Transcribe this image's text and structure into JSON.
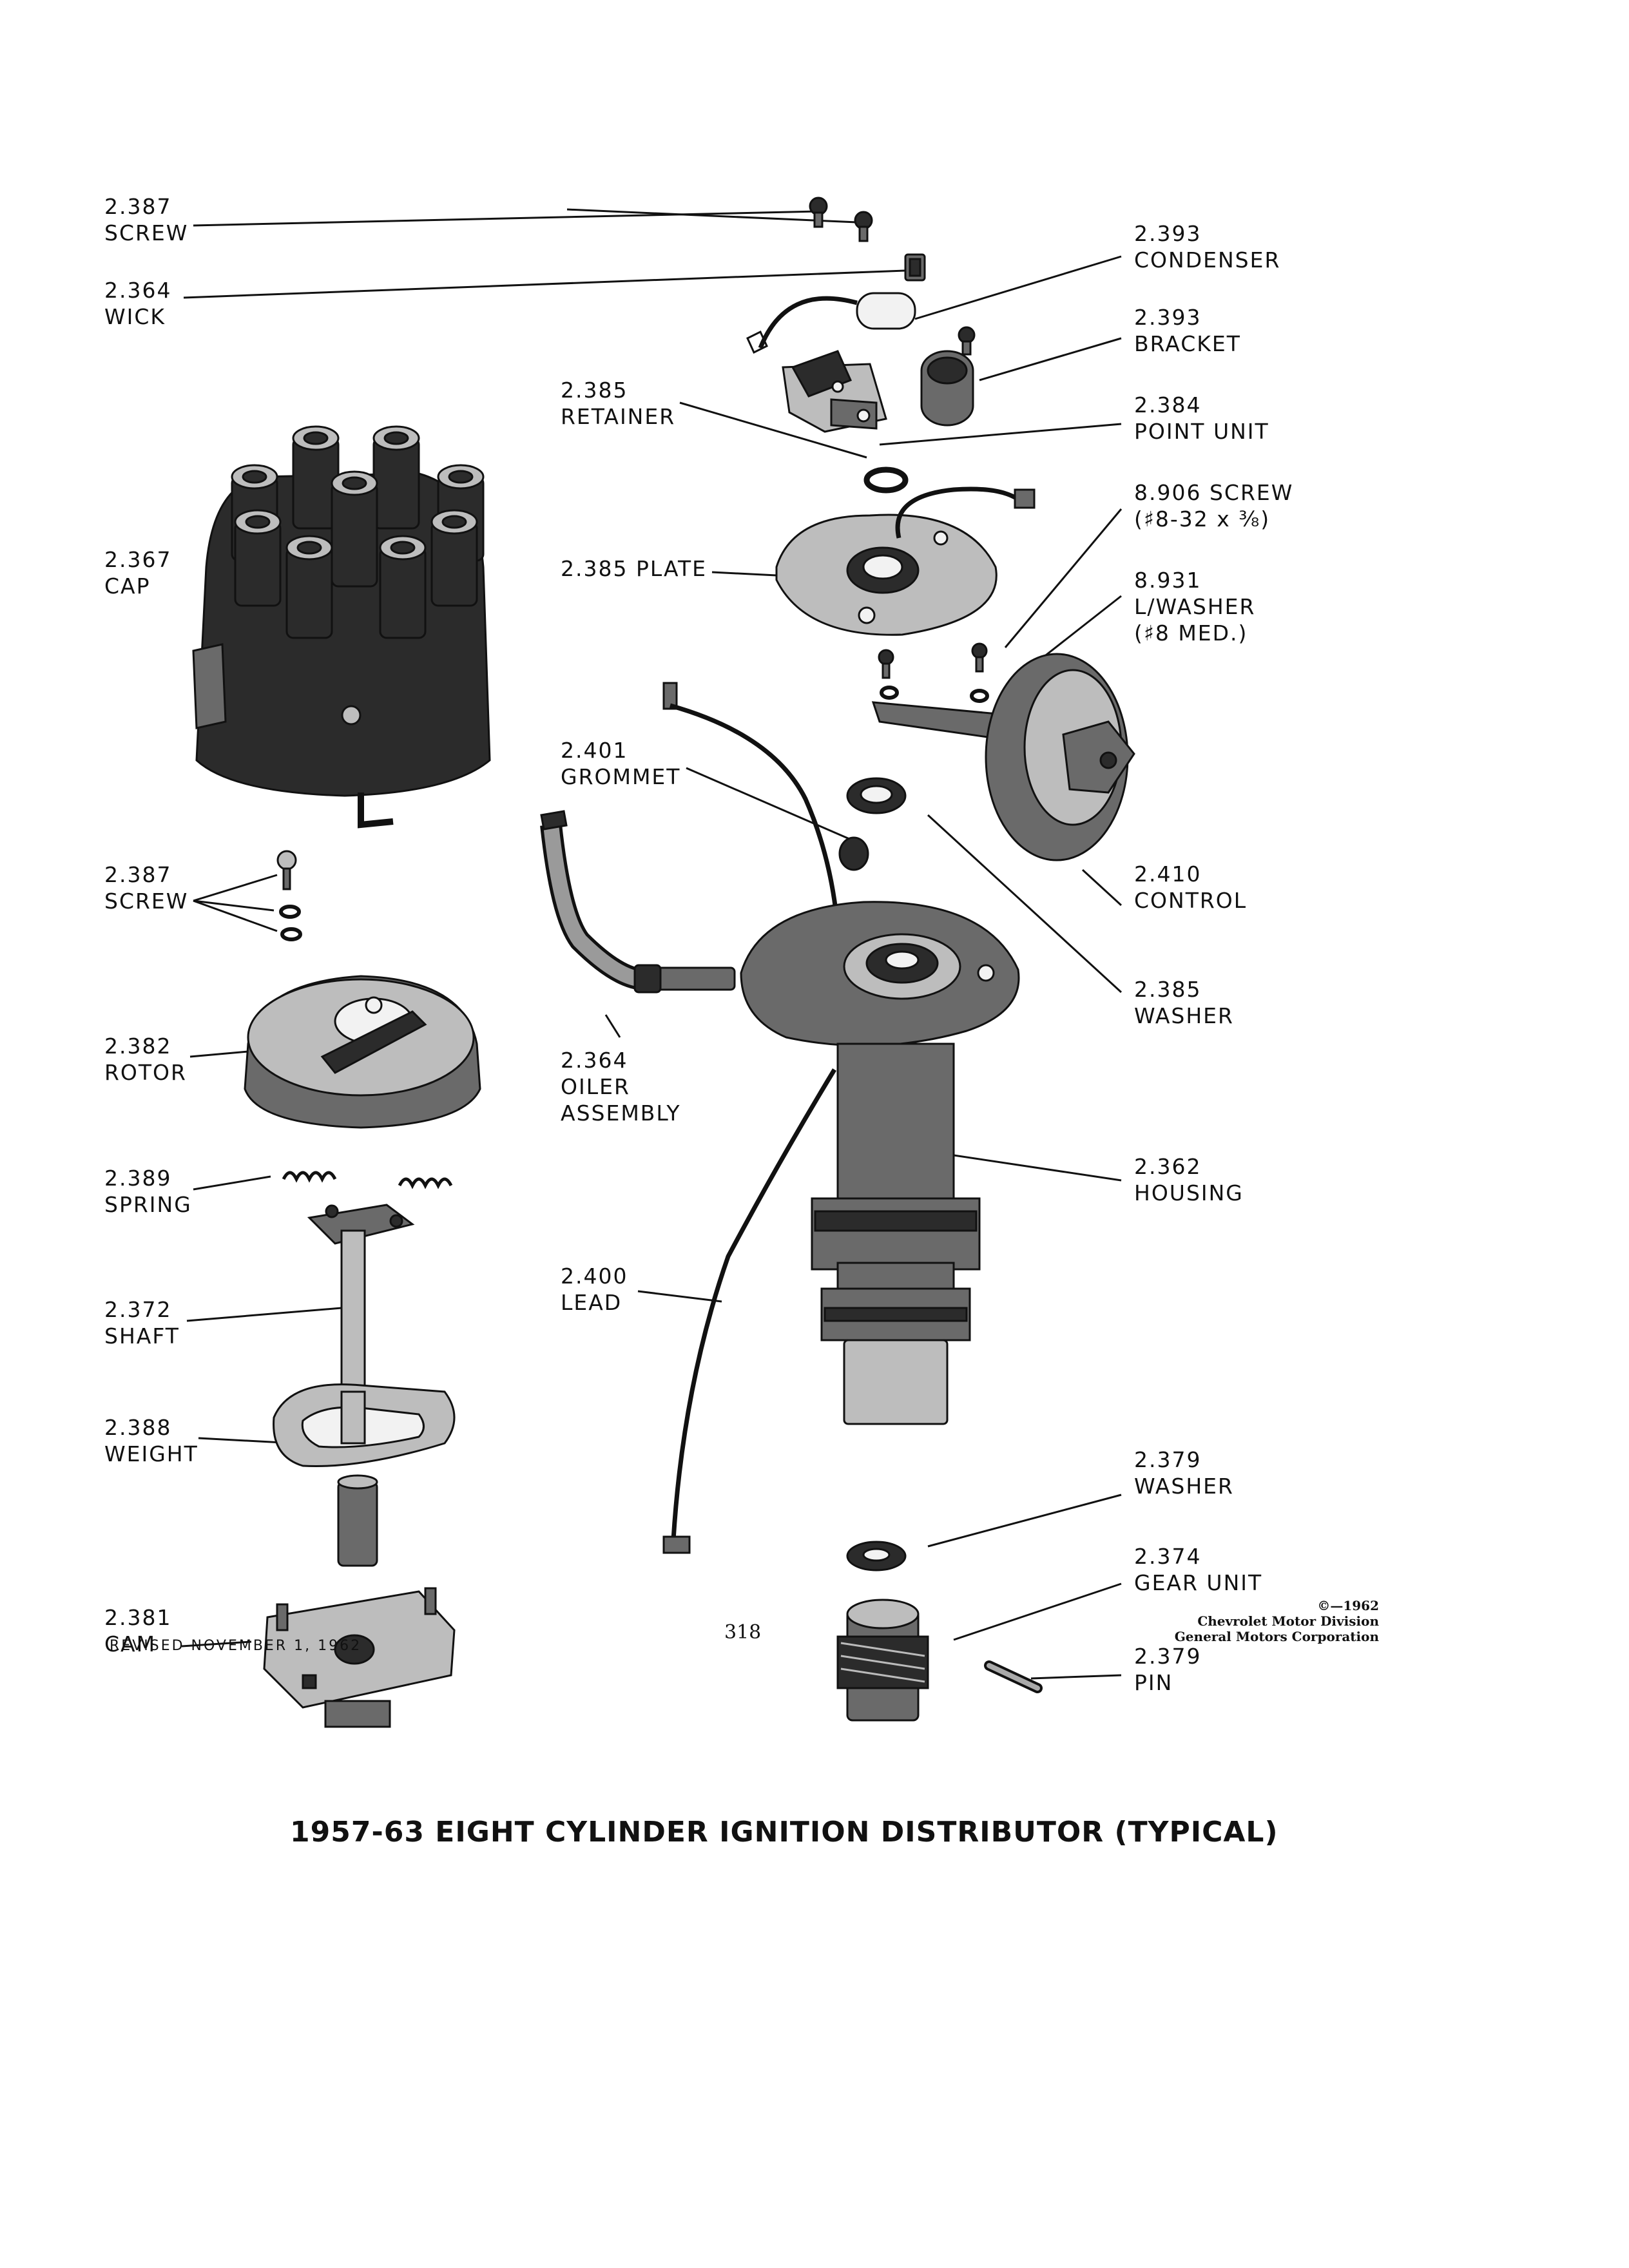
{
  "labels": {
    "screw_top": [
      "2.387",
      "SCREW"
    ],
    "wick": [
      "2.364",
      "WICK"
    ],
    "cap": [
      "2.367",
      "CAP"
    ],
    "screw_mid": [
      "2.387",
      "SCREW"
    ],
    "rotor": [
      "2.382",
      "ROTOR"
    ],
    "spring": [
      "2.389",
      "SPRING"
    ],
    "shaft": [
      "2.372",
      "SHAFT"
    ],
    "weight": [
      "2.388",
      "WEIGHT"
    ],
    "cam": [
      "2.381",
      "CAM"
    ],
    "retainer": [
      "2.385",
      "RETAINER"
    ],
    "plate": [
      "2.385 PLATE"
    ],
    "grommet": [
      "2.401",
      "GROMMET"
    ],
    "oiler": [
      "2.364",
      "OILER",
      "ASSEMBLY"
    ],
    "lead": [
      "2.400",
      "LEAD"
    ],
    "condenser": [
      "2.393",
      "CONDENSER"
    ],
    "bracket": [
      "2.393",
      "BRACKET"
    ],
    "point_unit": [
      "2.384",
      "POINT UNIT"
    ],
    "screw_8906": [
      "8.906 SCREW",
      "(♯8-32 x ⅜)"
    ],
    "lwasher": [
      "8.931",
      "L/WASHER",
      "(♯8 MED.)"
    ],
    "control": [
      "2.410",
      "CONTROL"
    ],
    "washer_2385": [
      "2.385",
      "WASHER"
    ],
    "housing": [
      "2.362",
      "HOUSING"
    ],
    "washer_2379": [
      "2.379",
      "WASHER"
    ],
    "gear_unit": [
      "2.374",
      "GEAR UNIT"
    ],
    "pin": [
      "2.379",
      "PIN"
    ]
  },
  "title": "1957-63 EIGHT CYLINDER IGNITION DISTRIBUTOR (TYPICAL)",
  "footer": {
    "revised": "REVISED NOVEMBER 1, 1962",
    "page_number": "318",
    "copyright": [
      "©—1962",
      "Chevrolet Motor Division",
      "General Motors Corporation"
    ]
  }
}
